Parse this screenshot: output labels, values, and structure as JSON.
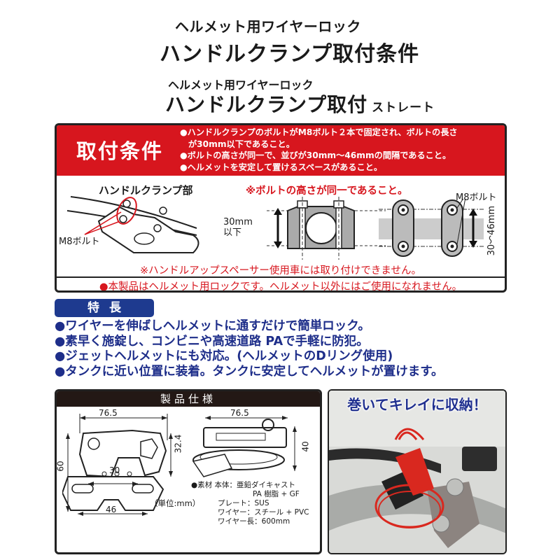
{
  "header": {
    "subtitle_1": "ヘルメット用ワイヤーロック",
    "title_1": "ハンドルクランプ取付条件",
    "subtitle_2": "ヘルメット用ワイヤーロック",
    "title_2": "ハンドルクランプ取付",
    "title_2_suffix": "ストレート"
  },
  "conditions": {
    "label": "取付条件",
    "items": [
      "●ハンドルクランプのボルトがM8ボルト２本で固定され、ボルトの長さ",
      "が30mm以下であること。",
      "●ボルトの高さが同一で、並びが30mm～46mmの間隔であること。",
      "●ヘルメットを安定して置けるスペースがあること。"
    ],
    "diagram": {
      "clamp_label": "ハンドルクランプ部",
      "m8_bolt_left": "M8ボルト",
      "height_note": "※ボルトの高さが同一であること。",
      "length_label_line1": "30mm",
      "length_label_line2": "以下",
      "m8_bolt_right": "M8ボルト",
      "spacing_label": "30～46mm"
    },
    "warning_spacer": "※ハンドルアップスペーサー使用車には取り付けできません。",
    "warning_usage": "●本製品はヘルメット用ロックです。ヘルメット以外にはご使用になれません。"
  },
  "features": {
    "label": "特長",
    "items": [
      "●ワイヤーを伸ばしヘルメットに通すだけで簡単ロック。",
      "●素早く施錠し、コンビニや高速道路 PAで手軽に防犯。",
      "●ジェットヘルメットにも対応。(ヘルメットのDリング使用)",
      "●タンクに近い位置に装着。タンクに安定してヘルメットが置けます。"
    ]
  },
  "specs": {
    "label": "製品仕様",
    "dimensions": {
      "top_width_left": "76.5",
      "top_width_right": "76.5",
      "height_total": "60",
      "height_upper": "32.4",
      "hole_spacing": "30",
      "base_spacing": "46",
      "side_height": "40"
    },
    "unit_label": "（単位:mm）",
    "material": {
      "label": "●素材",
      "body_label": "本体：",
      "body_value_1": "亜鉛ダイキャスト",
      "body_value_2": "PA 樹脂 + GF",
      "plate": "プレート：SUS",
      "wire": "ワイヤー：スチール + PVC",
      "wire_length": "ワイヤー長：600mm"
    }
  },
  "photo": {
    "caption": "巻いてキレイに収納！"
  },
  "colors": {
    "red": "#d7161e",
    "navy": "#1e2e8a",
    "badge_blue": "#1e3a8f",
    "dark": "#231815"
  }
}
